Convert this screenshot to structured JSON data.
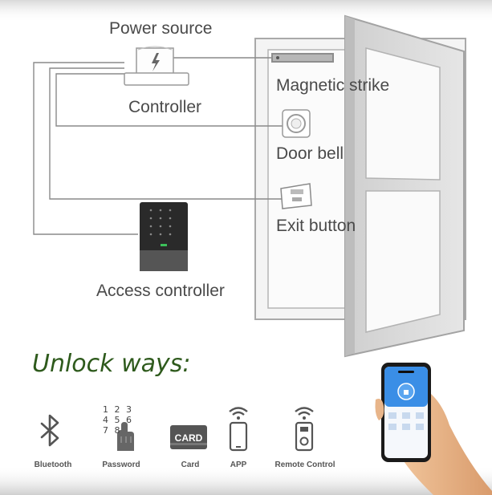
{
  "diagram": {
    "power_source_label": "Power source",
    "controller_label": "Controller",
    "magnetic_strike_label": "Magnetic strike",
    "door_bell_label": "Door bell",
    "exit_button_label": "Exit button",
    "access_controller_label": "Access controller"
  },
  "unlock": {
    "title": "Unlock ways:",
    "password_digits": [
      "1 2 3",
      "4 5 6",
      "7 8"
    ],
    "card_icon_text": "CARD",
    "ways": [
      {
        "label": "Bluetooth",
        "icon": "bluetooth-icon"
      },
      {
        "label": "Password",
        "icon": "keypad-finger-icon"
      },
      {
        "label": "Card",
        "icon": "card-icon"
      },
      {
        "label": "APP",
        "icon": "phone-wifi-icon"
      },
      {
        "label": "Remote Control",
        "icon": "remote-wifi-icon"
      }
    ]
  },
  "colors": {
    "title_green": "#2e5a1c",
    "line_gray": "#8a8a8a",
    "phone_blue": "#3a8ee6"
  }
}
